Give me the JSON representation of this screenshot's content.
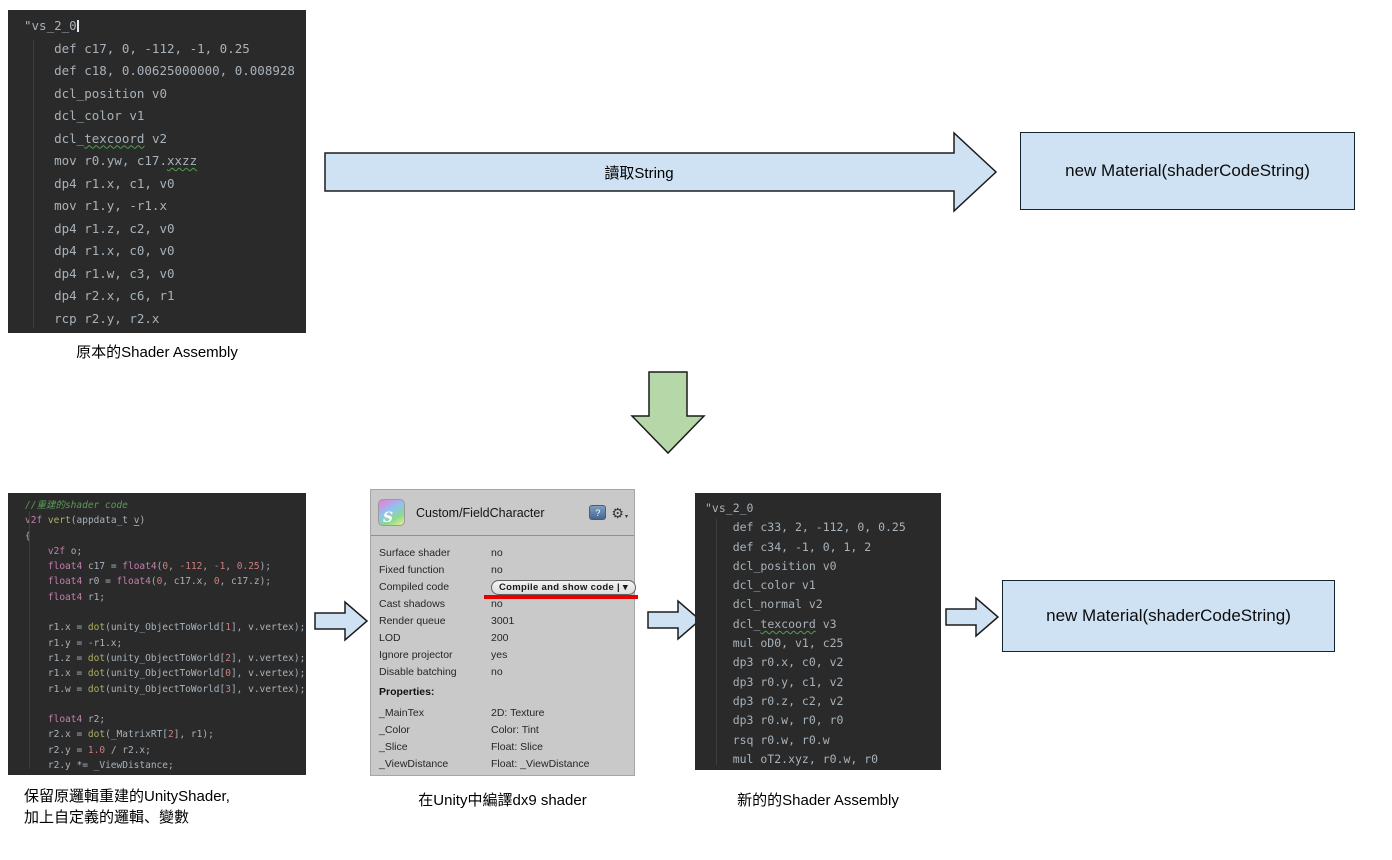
{
  "colors": {
    "arrow_blue": "#cfe2f3",
    "arrow_green": "#b6d7a8",
    "box_fill": "#cfe2f3",
    "code_bg": "#2a2a2a",
    "code_text": "#a8b2ba",
    "keyword": "#c57faf",
    "function": "#b0b063",
    "number": "#ce7e7e",
    "comment": "#5c9a57",
    "inspector_bg": "#c9c9c9",
    "red_underline": "#e60000"
  },
  "flow": {
    "read_string_label": "讀取String",
    "material_box_top": "new Material(shaderCodeString)",
    "material_box_bottom": "new Material(shaderCodeString)"
  },
  "captions": {
    "original_assembly": "原本的Shader Assembly",
    "unity_shader_line1": "保留原邏輯重建的UnityShader,",
    "unity_shader_line2": "加上自定義的邏輯、變數",
    "compile_in_unity": "在Unity中編譯dx9 shader",
    "new_assembly": "新的的Shader Assembly"
  },
  "code": {
    "original": {
      "lines": [
        [
          [
            "pl",
            "\"vs_2_0"
          ],
          [
            "caret",
            ""
          ]
        ],
        [
          [
            "pl",
            "    def c17, 0, -112, -1, 0.25"
          ]
        ],
        [
          [
            "pl",
            "    def c18, 0.00625000000, 0.008928"
          ]
        ],
        [
          [
            "pl",
            "    dcl_position v0"
          ]
        ],
        [
          [
            "pl",
            "    dcl_color v1"
          ]
        ],
        [
          [
            "pl",
            "    dcl_"
          ],
          [
            "pl sq",
            "texcoord"
          ],
          [
            "pl",
            " v2"
          ]
        ],
        [
          [
            "pl",
            "    mov r0.yw, c17."
          ],
          [
            "pl sq",
            "xxzz"
          ]
        ],
        [
          [
            "pl",
            "    dp4 r1.x, c1, v0"
          ]
        ],
        [
          [
            "pl",
            "    mov r1.y, -r1.x"
          ]
        ],
        [
          [
            "pl",
            "    dp4 r1.z, c2, v0"
          ]
        ],
        [
          [
            "pl",
            "    dp4 r1.x, c0, v0"
          ]
        ],
        [
          [
            "pl",
            "    dp4 r1.w, c3, v0"
          ]
        ],
        [
          [
            "pl",
            "    dp4 r2.x, c6, r1"
          ]
        ],
        [
          [
            "pl",
            "    rcp r2.y, r2.x"
          ]
        ]
      ]
    },
    "unity": {
      "lines": [
        [
          [
            "cm",
            "//重建的shader code"
          ]
        ],
        [
          [
            "kw",
            "v2f"
          ],
          [
            "pl",
            " "
          ],
          [
            "fn",
            "vert"
          ],
          [
            "pl",
            "(appdata_t "
          ],
          [
            "pl un",
            "v"
          ],
          [
            "pl",
            ")"
          ]
        ],
        [
          [
            "pl",
            "{"
          ]
        ],
        [
          [
            "pl",
            "    "
          ],
          [
            "kw",
            "v2f"
          ],
          [
            "pl",
            " o;"
          ]
        ],
        [
          [
            "pl",
            "    "
          ],
          [
            "kw",
            "float4"
          ],
          [
            "pl",
            " c17 = "
          ],
          [
            "kw",
            "float4"
          ],
          [
            "pl",
            "("
          ],
          [
            "num",
            "0"
          ],
          [
            "pl",
            ", "
          ],
          [
            "num",
            "-112"
          ],
          [
            "pl",
            ", "
          ],
          [
            "num",
            "-1"
          ],
          [
            "pl",
            ", "
          ],
          [
            "num",
            "0.25"
          ],
          [
            "pl",
            ");"
          ]
        ],
        [
          [
            "pl",
            "    "
          ],
          [
            "kw",
            "float4"
          ],
          [
            "pl",
            " r0 = "
          ],
          [
            "kw",
            "float4"
          ],
          [
            "pl",
            "("
          ],
          [
            "num",
            "0"
          ],
          [
            "pl",
            ", c17.x, "
          ],
          [
            "num",
            "0"
          ],
          [
            "pl",
            ", c17.z);"
          ]
        ],
        [
          [
            "pl",
            "    "
          ],
          [
            "kw",
            "float4"
          ],
          [
            "pl",
            " r1;"
          ]
        ],
        [],
        [
          [
            "pl",
            "    r1.x = "
          ],
          [
            "fn",
            "dot"
          ],
          [
            "pl",
            "(unity_ObjectToWorld["
          ],
          [
            "num",
            "1"
          ],
          [
            "pl",
            "], v.vertex);"
          ]
        ],
        [
          [
            "pl",
            "    r1.y = -r1.x;"
          ]
        ],
        [
          [
            "pl",
            "    r1.z = "
          ],
          [
            "fn",
            "dot"
          ],
          [
            "pl",
            "(unity_ObjectToWorld["
          ],
          [
            "num",
            "2"
          ],
          [
            "pl",
            "], v.vertex);"
          ]
        ],
        [
          [
            "pl",
            "    r1.x = "
          ],
          [
            "fn",
            "dot"
          ],
          [
            "pl",
            "(unity_ObjectToWorld["
          ],
          [
            "num",
            "0"
          ],
          [
            "pl",
            "], v.vertex);"
          ]
        ],
        [
          [
            "pl",
            "    r1.w = "
          ],
          [
            "fn",
            "dot"
          ],
          [
            "pl",
            "(unity_ObjectToWorld["
          ],
          [
            "num",
            "3"
          ],
          [
            "pl",
            "], v.vertex);"
          ]
        ],
        [],
        [
          [
            "pl",
            "    "
          ],
          [
            "kw",
            "float4"
          ],
          [
            "pl",
            " r2;"
          ]
        ],
        [
          [
            "pl",
            "    r2.x = "
          ],
          [
            "fn",
            "dot"
          ],
          [
            "pl",
            "(_MatrixRT["
          ],
          [
            "num",
            "2"
          ],
          [
            "pl",
            "], r1);"
          ]
        ],
        [
          [
            "pl",
            "    r2.y = "
          ],
          [
            "num",
            "1.0"
          ],
          [
            "pl",
            " / r2.x;"
          ]
        ],
        [
          [
            "pl",
            "    r2.y *= _ViewDistance;"
          ]
        ]
      ]
    },
    "new_assembly": {
      "lines": [
        [
          [
            "pl",
            "\"vs_2_0"
          ]
        ],
        [
          [
            "pl",
            "    def c33, 2, -112, 0, 0.25"
          ]
        ],
        [
          [
            "pl",
            "    def c34, -1, 0, 1, 2"
          ]
        ],
        [
          [
            "pl",
            "    dcl_position v0"
          ]
        ],
        [
          [
            "pl",
            "    dcl_color v1"
          ]
        ],
        [
          [
            "pl",
            "    dcl_normal v2"
          ]
        ],
        [
          [
            "pl",
            "    dcl_"
          ],
          [
            "pl sq",
            "texcoord"
          ],
          [
            "pl",
            " v3"
          ]
        ],
        [
          [
            "pl",
            "    mul oD0, v1, c25"
          ]
        ],
        [
          [
            "pl",
            "    dp3 r0.x, c0, v2"
          ]
        ],
        [
          [
            "pl",
            "    dp3 r0.y, c1, v2"
          ]
        ],
        [
          [
            "pl",
            "    dp3 r0.z, c2, v2"
          ]
        ],
        [
          [
            "pl",
            "    dp3 r0.w, r0, r0"
          ]
        ],
        [
          [
            "pl",
            "    rsq r0.w, r0.w"
          ]
        ],
        [
          [
            "pl",
            "    mul oT2.xyz, r0.w, r0"
          ]
        ]
      ]
    }
  },
  "inspector": {
    "title": "Custom/FieldCharacter",
    "shader_icon_letter": "S",
    "help_icon_glyph": "?",
    "gear_icon_glyph": "⚙",
    "gear_dropdown_glyph": "▾",
    "rows": [
      {
        "label": "Surface shader",
        "value": "no"
      },
      {
        "label": "Fixed function",
        "value": "no"
      },
      {
        "label": "Compiled code",
        "value": "Compile and show code | ▾",
        "type": "button"
      },
      {
        "label": "Cast shadows",
        "value": "no"
      },
      {
        "label": "Render queue",
        "value": "3001"
      },
      {
        "label": "LOD",
        "value": "200"
      },
      {
        "label": "Ignore projector",
        "value": "yes"
      },
      {
        "label": "Disable batching",
        "value": "no"
      }
    ],
    "properties_label": "Properties:",
    "properties": [
      {
        "label": "_MainTex",
        "value": "2D: Texture"
      },
      {
        "label": "_Color",
        "value": "Color: Tint"
      },
      {
        "label": "_Slice",
        "value": "Float: Slice"
      },
      {
        "label": "_ViewDistance",
        "value": "Float: _ViewDistance"
      }
    ]
  }
}
